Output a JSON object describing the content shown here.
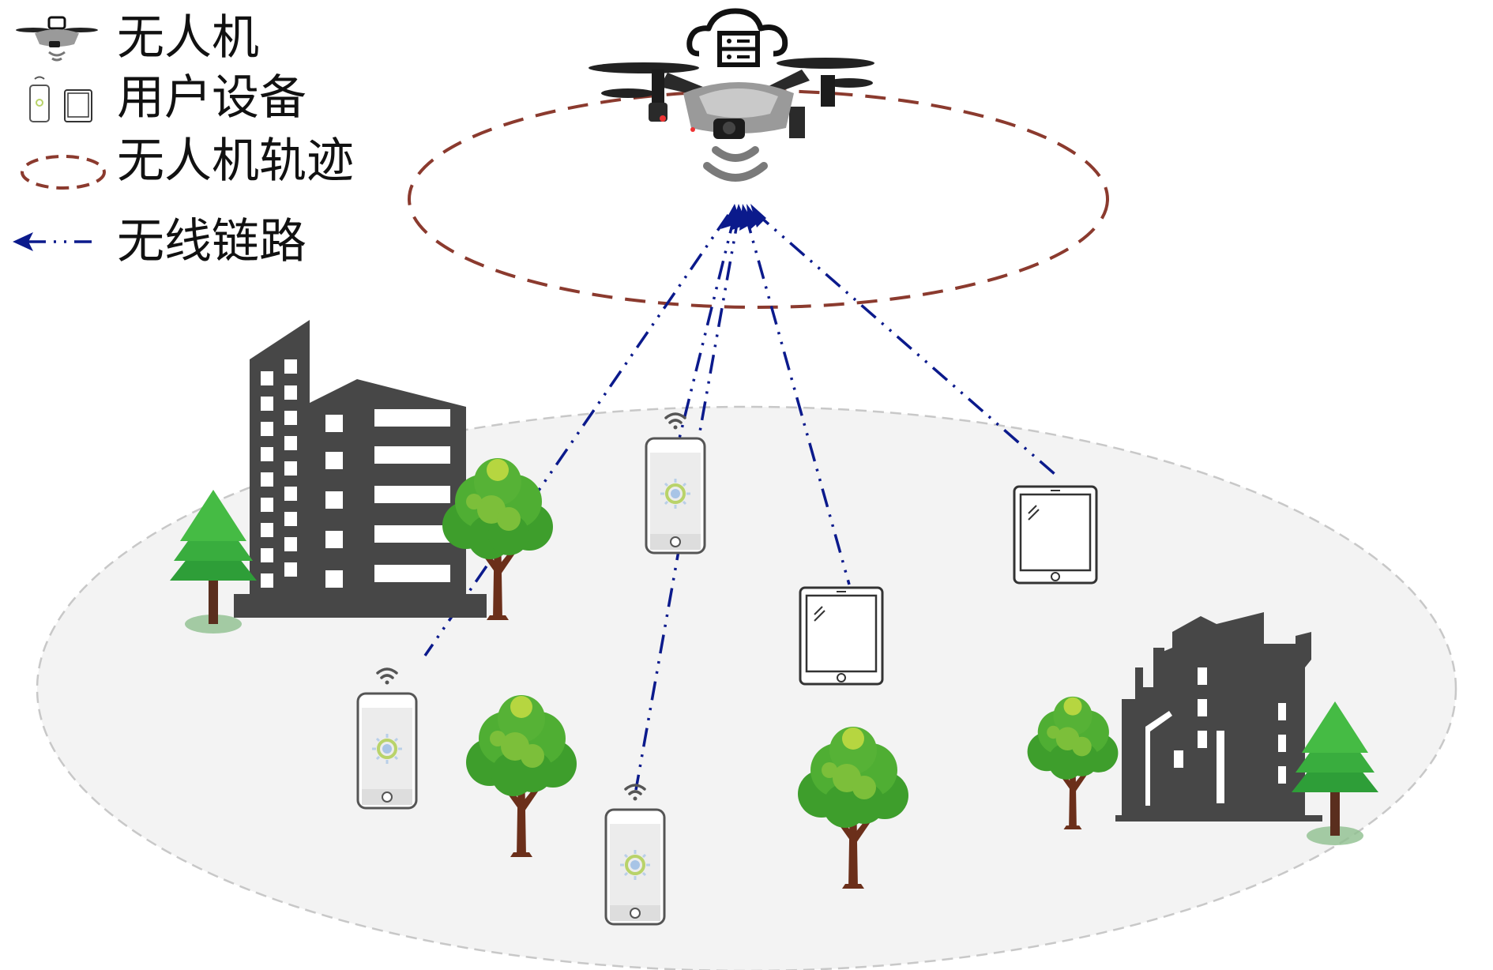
{
  "legend": {
    "items": [
      {
        "label": "无人机",
        "icon": "drone-icon"
      },
      {
        "label": "用户设备",
        "icon": "user-device-icon"
      },
      {
        "label": "无人机轨迹",
        "icon": "trajectory-icon"
      },
      {
        "label": "无线链路",
        "icon": "wireless-link-icon"
      }
    ]
  },
  "colors": {
    "trajectory": "#8B3A2E",
    "link": "#0B1A8C",
    "building": "#474747",
    "ground": "#F3F3F3",
    "ground_border": "#C8C8C8",
    "tree_trunk": "#6B2F1A",
    "tree_leaf": "#3E9E2C",
    "tree_leaf_light": "#8CC43E",
    "pine": "#2E9E38"
  }
}
